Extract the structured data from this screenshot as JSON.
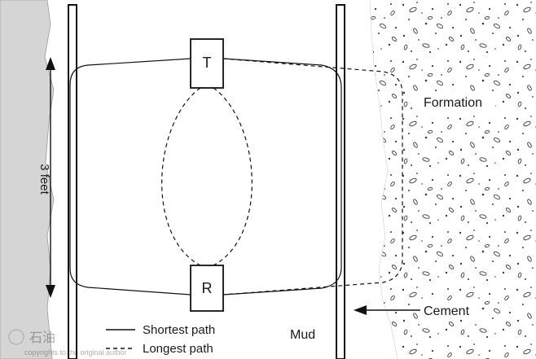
{
  "labels": {
    "transmitter": "T",
    "receiver": "R",
    "spacing": "3 feet",
    "formation": "Formation",
    "cement": "Cement",
    "mud": "Mud"
  },
  "legend": {
    "solid": "Shortest path",
    "dashed": "Longest path"
  },
  "watermark": {
    "logo_text": "石油",
    "caption": "copyrights to the original author"
  },
  "colors": {
    "background": "#ffffff",
    "rock_left": "#d5d5d5",
    "formation_dots": "#3a3a3a",
    "line": "#111111"
  }
}
